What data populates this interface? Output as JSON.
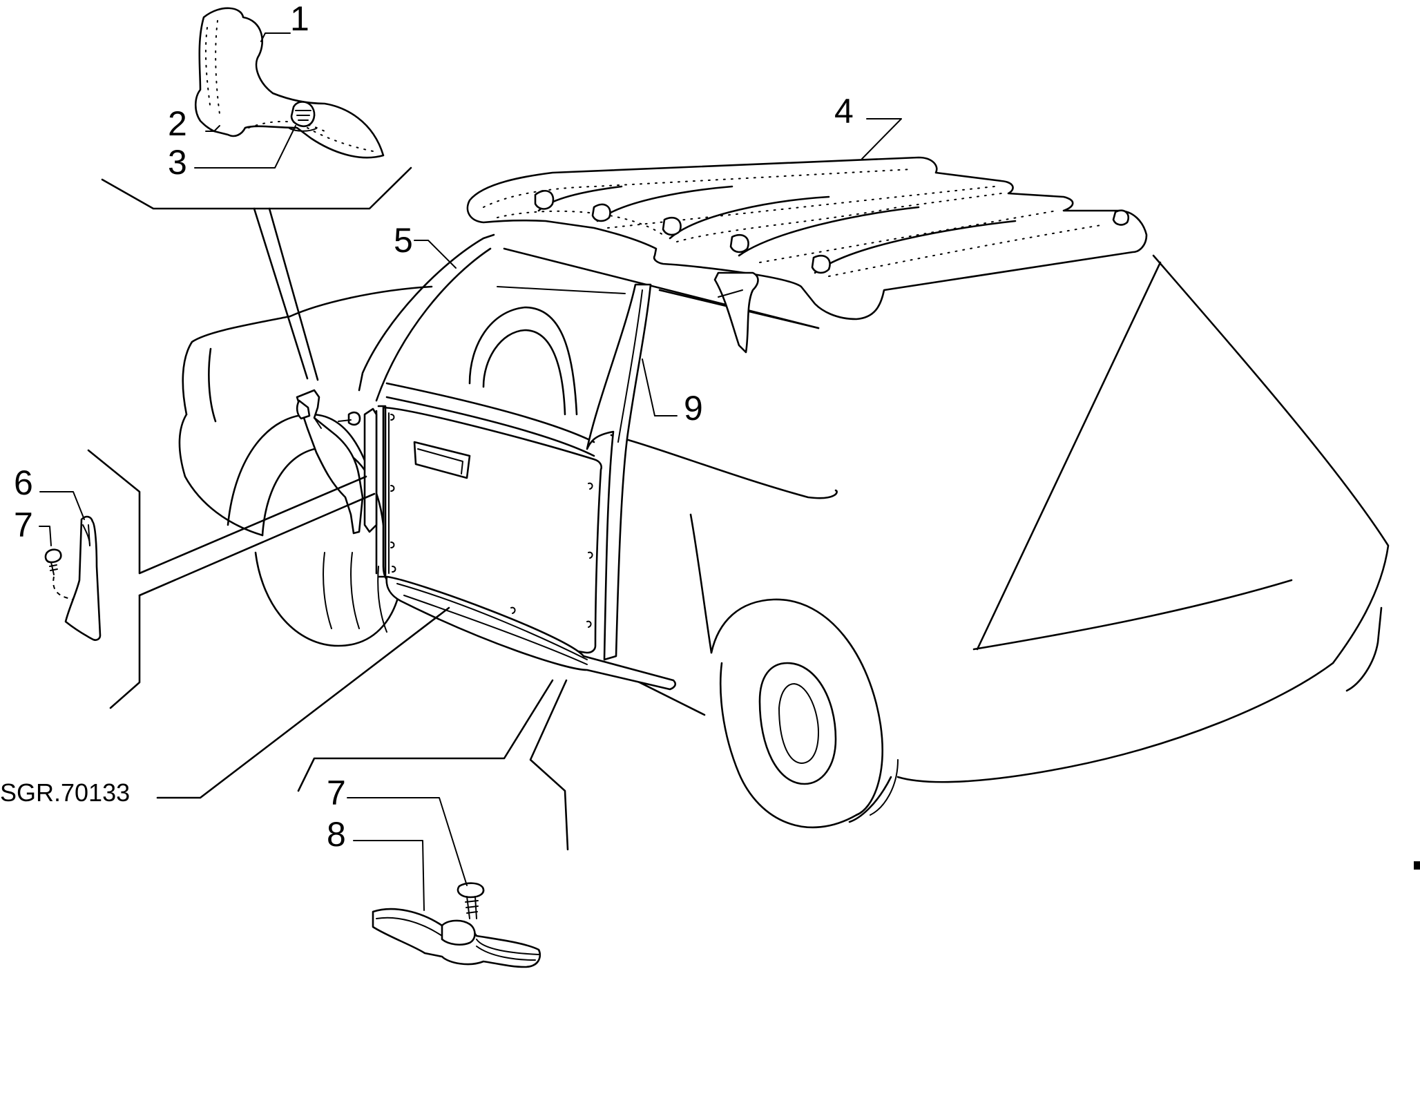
{
  "drawing_code": "SGR.70133",
  "callouts": [
    {
      "id": "1",
      "text": "1"
    },
    {
      "id": "2",
      "text": "2"
    },
    {
      "id": "3",
      "text": "3"
    },
    {
      "id": "4",
      "text": "4"
    },
    {
      "id": "5",
      "text": "5"
    },
    {
      "id": "6",
      "text": "6"
    },
    {
      "id": "7a",
      "text": "7"
    },
    {
      "id": "7b",
      "text": "7"
    },
    {
      "id": "8",
      "text": "8"
    },
    {
      "id": "9",
      "text": "9"
    }
  ]
}
